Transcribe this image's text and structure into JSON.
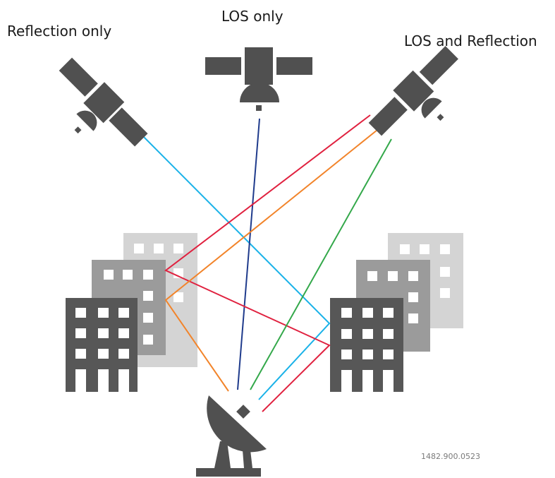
{
  "labels": {
    "reflection_only": "Reflection only",
    "los_only": "LOS only",
    "los_and_reflection": "LOS and Reflection"
  },
  "document_id": "1482.900.0523",
  "colors": {
    "satellite": "#505050",
    "building_dark": "#575757",
    "building_mid": "#9b9b9b",
    "building_light": "#d4d4d4",
    "signal_light_blue": "#1ab2e8",
    "signal_dark_blue": "#1f3b8c",
    "signal_red": "#e0213f",
    "signal_orange": "#f2842a",
    "signal_green": "#33a84a"
  }
}
